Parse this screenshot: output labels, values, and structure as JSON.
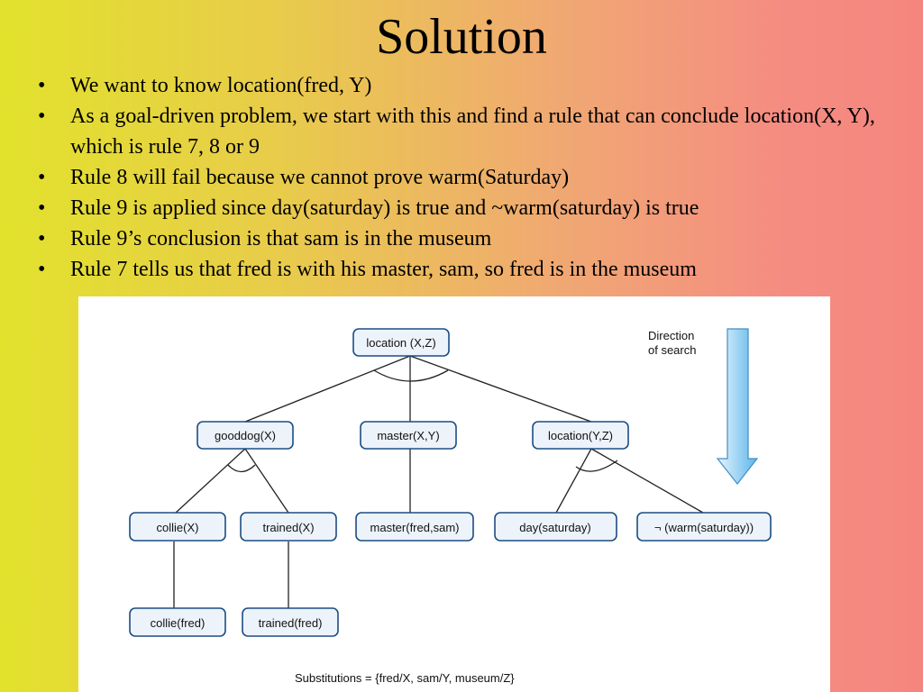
{
  "slide": {
    "title": "Solution",
    "bullets": [
      {
        "marker": "•",
        "text": "We want to know location(fred, Y)"
      },
      {
        "marker": "•",
        "text": "As a goal-driven problem, we start with this and find a rule that can conclude location(X, Y), which is rule 7, 8 or 9"
      },
      {
        "marker": "•",
        "text": "Rule 8 will fail because we cannot prove warm(Saturday)"
      },
      {
        "marker": "•",
        "text": "Rule 9 is applied since day(saturday) is true and ~warm(saturday) is true"
      },
      {
        "marker": "•",
        "text": "Rule 9’s conclusion is that sam is in the museum"
      },
      {
        "marker": "•",
        "text": "Rule 7 tells us that fred is with his master, sam, so fred is in the museum"
      }
    ]
  },
  "diagram": {
    "nodes": {
      "root": "location (X,Z)",
      "gooddog": "gooddog(X)",
      "master": "master(X,Y)",
      "location_yz": "location(Y,Z)",
      "collie": "collie(X)",
      "trained": "trained(X)",
      "master_fred_sam": "master(fred,sam)",
      "day_saturday": "day(saturday)",
      "not_warm": "¬ (warm(saturday))",
      "collie_fred": "collie(fred)",
      "trained_fred": "trained(fred)"
    },
    "direction_label_line1": "Direction",
    "direction_label_line2": "of search",
    "substitutions": "Substitutions = {fred/X, sam/Y, museum/Z}",
    "colors": {
      "node_fill": "#edf3fb",
      "node_stroke": "#1b4d83",
      "arrow_light": "#e8f4fd",
      "arrow_dark": "#5cb6ea"
    }
  }
}
